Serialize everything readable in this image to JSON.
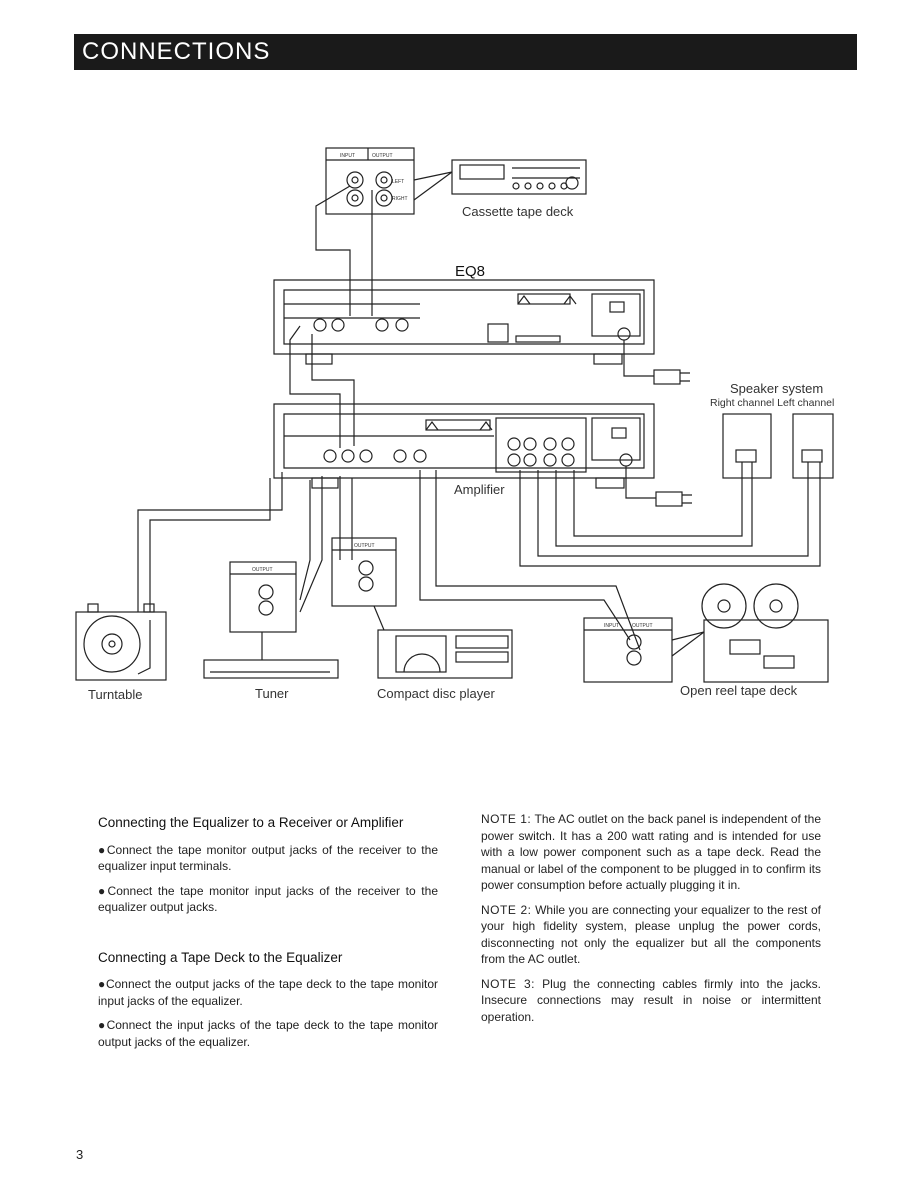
{
  "header": {
    "title": "CONNECTIONS"
  },
  "diagram": {
    "eq_label": "EQ8",
    "cassette_label": "Cassette tape deck",
    "speaker_label": "Speaker system",
    "speaker_channels": "Right channel Left channel",
    "amplifier_label": "Amplifier",
    "turntable_label": "Turntable",
    "tuner_label": "Tuner",
    "cd_label": "Compact disc player",
    "reel_label": "Open reel tape deck",
    "jack_labels": {
      "input": "INPUT",
      "output": "OUTPUT",
      "left": "LEFT",
      "right": "RIGHT"
    }
  },
  "left_column": {
    "section1": {
      "heading": "Connecting the Equalizer to a Receiver or Amplifier",
      "bullets": [
        "●Connect the tape monitor output jacks of the receiver to the equalizer input terminals.",
        "●Connect the tape monitor input jacks of the receiver to the equalizer output jacks."
      ]
    },
    "section2": {
      "heading": "Connecting a Tape Deck to the Equalizer",
      "bullets": [
        "●Connect the output jacks of the tape deck to the tape monitor input jacks of the equalizer.",
        "●Connect the input jacks of the tape deck to the tape monitor output jacks of the equalizer."
      ]
    }
  },
  "right_column": {
    "notes": [
      {
        "label": "NOTE 1:",
        "text": "The AC outlet on the back panel is independent of the power switch. It has a 200 watt rating and is intended for use with a low power component such as a tape deck. Read the manual or label of the component to be plugged in to confirm its power consumption before actually plugging it in."
      },
      {
        "label": "NOTE 2:",
        "text": "While you are connecting your equalizer to the rest of your high fidelity system, please unplug the power cords, disconnecting not only the equalizer but all the components from the AC outlet."
      },
      {
        "label": "NOTE 3:",
        "text": "Plug the connecting cables firmly into the jacks. Insecure connections may result in noise or intermittent operation."
      }
    ]
  },
  "page_number": "3"
}
